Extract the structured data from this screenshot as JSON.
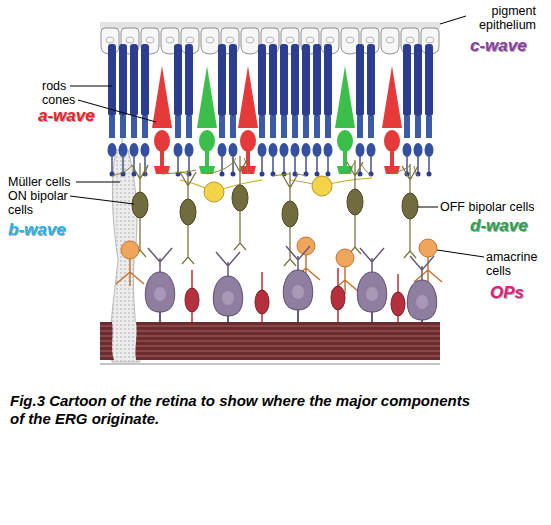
{
  "diagram": {
    "caption": "Fig.3 Cartoon of the retina to show where the major components of the ERG originate.",
    "labels": [
      "pigment epithelium",
      "c-wave",
      "rods",
      "cones",
      "a-wave",
      "Müller cells",
      "ON bipolar cells",
      "b-wave",
      "OFF bipolar cells",
      "d-wave",
      "amacrine cells",
      "OPs"
    ]
  }
}
